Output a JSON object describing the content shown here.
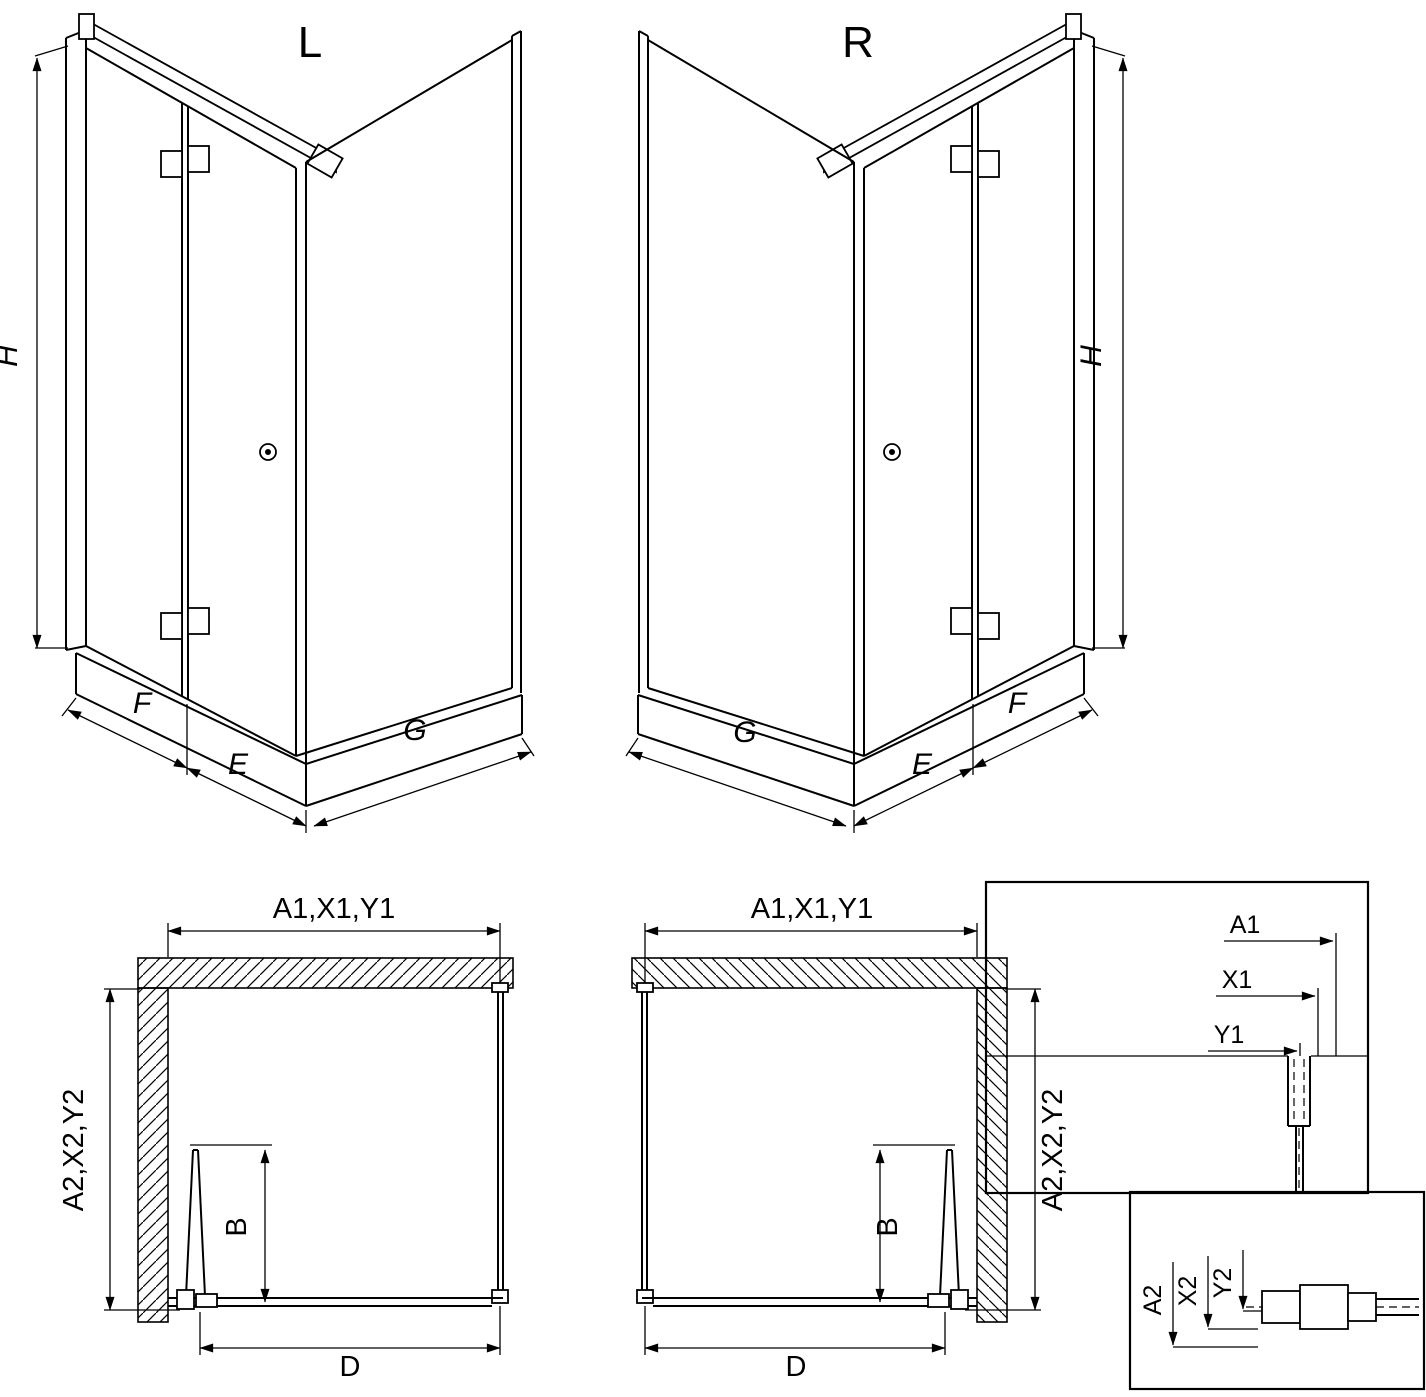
{
  "diagram": {
    "views": {
      "perspective_left": {
        "label": "L",
        "h": "H",
        "f": "F",
        "e": "E",
        "g": "G"
      },
      "perspective_right": {
        "label": "R",
        "h": "H",
        "f": "F",
        "e": "E",
        "g": "G"
      },
      "plan_left": {
        "a1": "A1,X1,Y1",
        "a2": "A2,X2,Y2",
        "b": "B",
        "d": "D"
      },
      "plan_right": {
        "a1": "A1,X1,Y1",
        "a2": "A2,X2,Y2",
        "b": "B",
        "d": "D"
      },
      "detail_top": {
        "a1": "A1",
        "x1": "X1",
        "y1": "Y1"
      },
      "detail_bottom": {
        "a2": "A2",
        "x2": "X2",
        "y2": "Y2"
      }
    },
    "colors": {
      "line": "#000000",
      "background": "#ffffff"
    }
  }
}
